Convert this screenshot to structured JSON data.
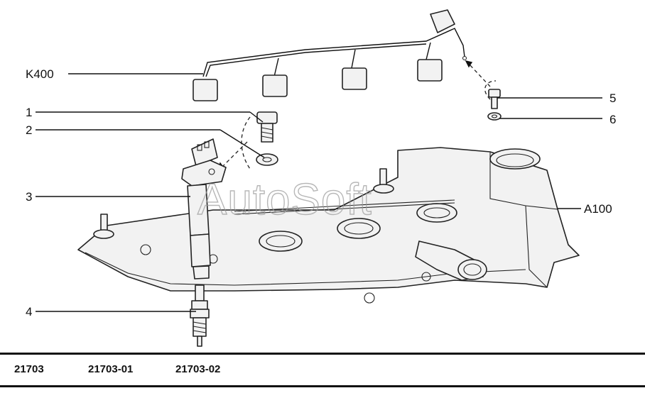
{
  "callouts": {
    "k400": "K400",
    "c1": "1",
    "c2": "2",
    "c3": "3",
    "c4": "4",
    "c5": "5",
    "c6": "6",
    "a100": "A100"
  },
  "watermark": "AutoSoft",
  "footer": {
    "codes": [
      "21703",
      "21703-01",
      "21703-02"
    ]
  },
  "colors": {
    "ink": "#111111",
    "background": "#ffffff",
    "watermark": "#9a9a9a"
  }
}
